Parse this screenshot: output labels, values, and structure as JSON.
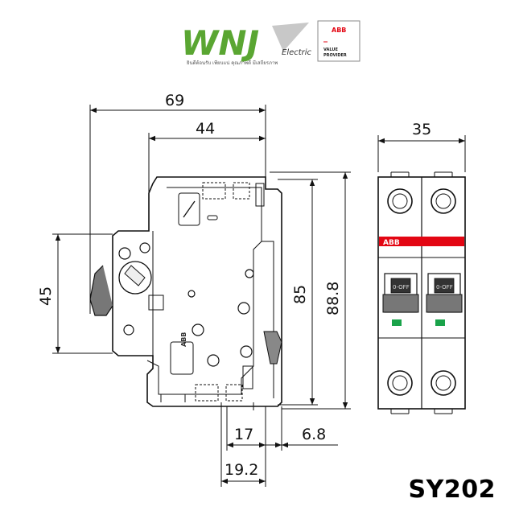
{
  "logo": {
    "brand": "WNJ",
    "sub": "Electric",
    "tagline": "ยินดีต้อนรับ เพียบแน่ คุณภาพดี มีเสถียรภาพ",
    "partner": "ABB",
    "partner_sub1": "VALUE",
    "partner_sub2": "PROVIDER",
    "brand_color": "#5aa632",
    "partner_color": "#e30613"
  },
  "dimensions": {
    "d69": "69",
    "d44": "44",
    "d45": "45",
    "d85": "85",
    "d888": "88.8",
    "d35": "35",
    "d17": "17",
    "d68": "6.8",
    "d192": "19.2"
  },
  "device_labels": {
    "brand_mark": "ABB",
    "window_text": "0-OFF"
  },
  "model": "SY202"
}
